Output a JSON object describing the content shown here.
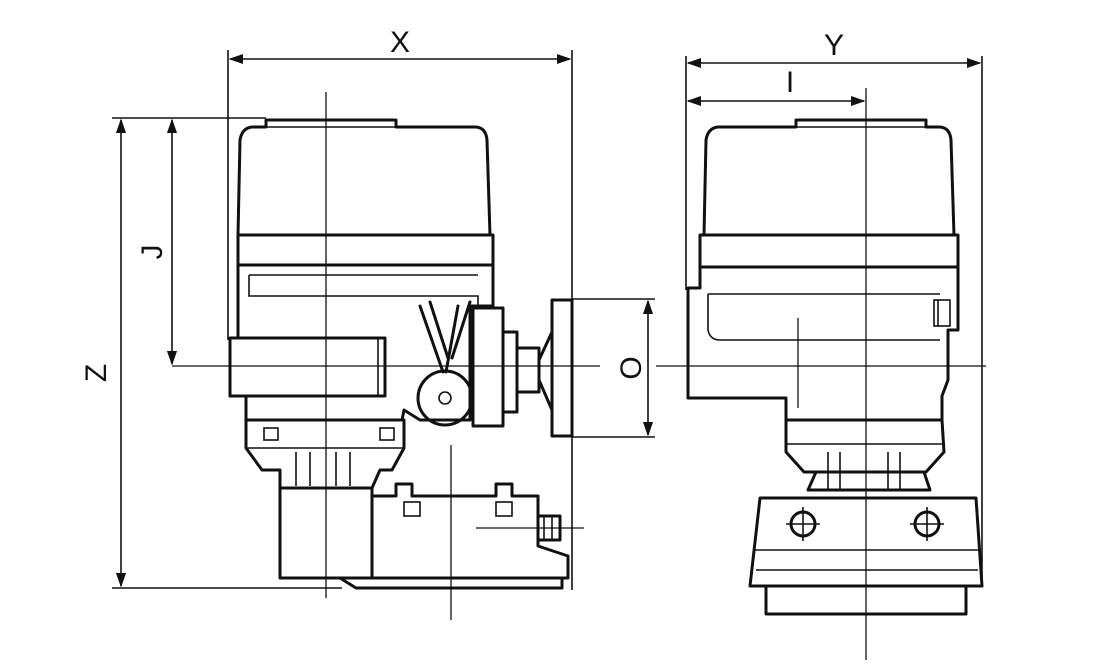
{
  "dimensions": {
    "x": "X",
    "y": "Y",
    "z": "Z",
    "i": "I",
    "j": "J",
    "o": "O"
  }
}
